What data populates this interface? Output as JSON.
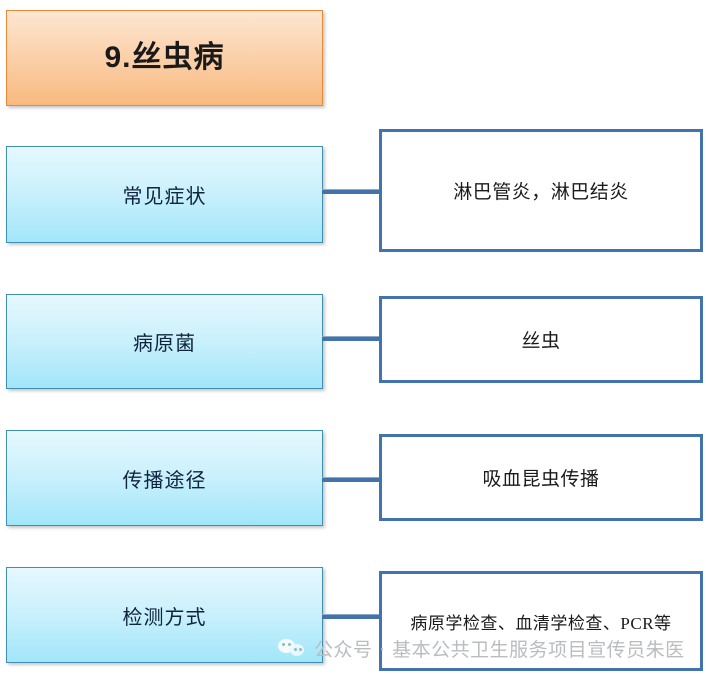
{
  "title": {
    "text": "9.丝虫病"
  },
  "rows": [
    {
      "category": "常见症状",
      "value": "淋巴管炎，淋巴结炎"
    },
    {
      "category": "病原菌",
      "value": "丝虫"
    },
    {
      "category": "传播途径",
      "value": "吸血昆虫传播"
    },
    {
      "category": "检测方式",
      "value": "病原学检查、血清学检查、PCR等"
    }
  ],
  "watermark": {
    "icon": "wechat-icon",
    "text": "公众号 · 基本公共卫生服务项目宣传员朱医"
  },
  "colors": {
    "title_border": "#e88b39",
    "title_fill_top": "#fde6d2",
    "title_fill_bottom": "#f8b97f",
    "category_border": "#3f8fb5",
    "category_fill_top": "#e6f8fe",
    "category_fill_bottom": "#a2e6fa",
    "value_border": "#4373ab",
    "value_fill": "#ffffff",
    "connector": "#4373ab",
    "watermark_text": "#b9bdc0"
  }
}
